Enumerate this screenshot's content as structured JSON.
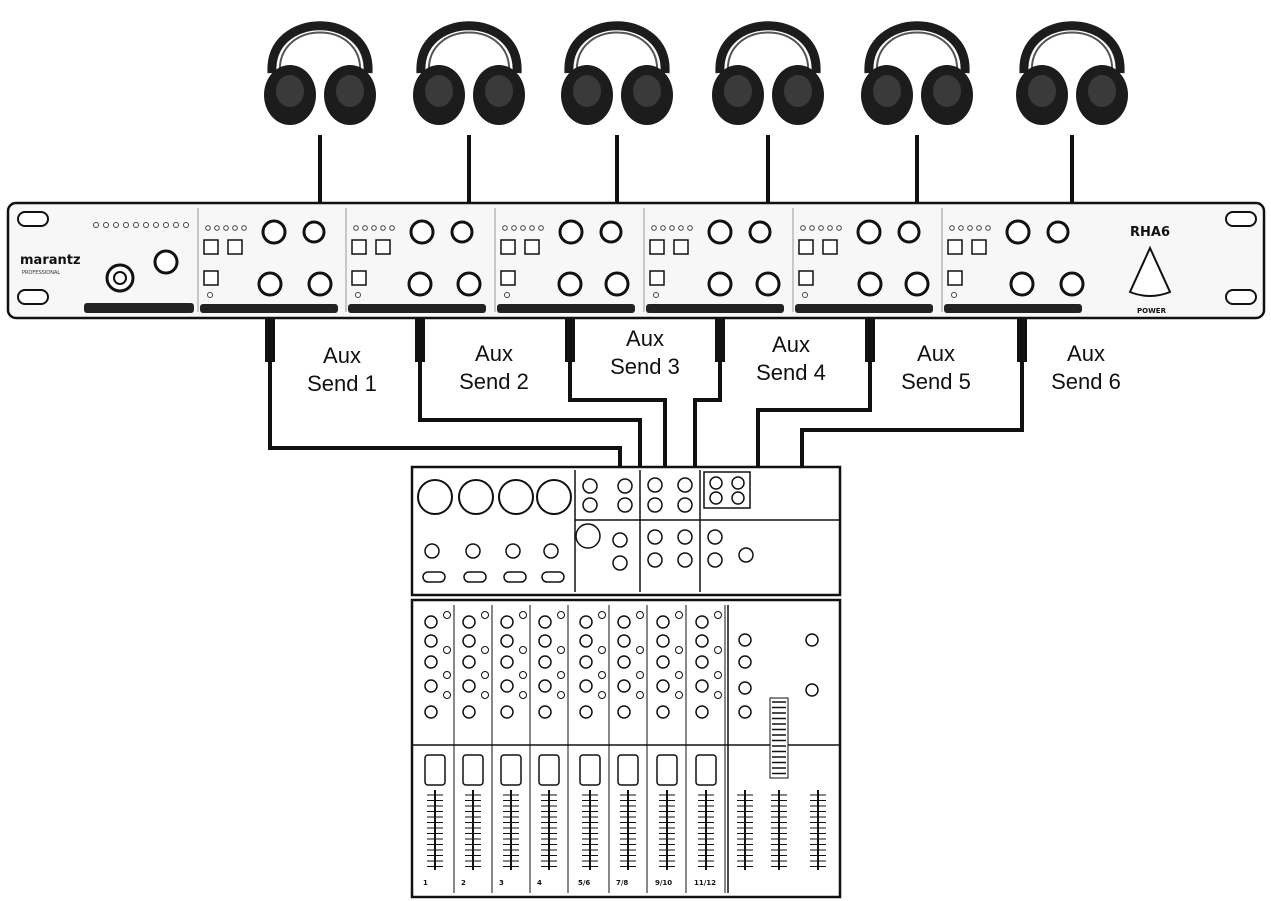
{
  "headphone_amp": {
    "brand": "marantz",
    "brand_sub": "PROFESSIONAL",
    "model": "RHA6",
    "power_label": "POWER",
    "channel_count": 6
  },
  "aux_sends": [
    {
      "line1": "Aux",
      "line2": "Send 1"
    },
    {
      "line1": "Aux",
      "line2": "Send 2"
    },
    {
      "line1": "Aux",
      "line2": "Send 3"
    },
    {
      "line1": "Aux",
      "line2": "Send 4"
    },
    {
      "line1": "Aux",
      "line2": "Send 5"
    },
    {
      "line1": "Aux",
      "line2": "Send 6"
    }
  ],
  "mixer": {
    "channel_labels": [
      "1",
      "2",
      "3",
      "4",
      "5/6",
      "7/8",
      "9/10",
      "11/12"
    ]
  },
  "colors": {
    "line": "#111111",
    "panel": "#ffffff",
    "rack_fill": "#f7f7f7",
    "headphone": "#1c1c1c"
  }
}
